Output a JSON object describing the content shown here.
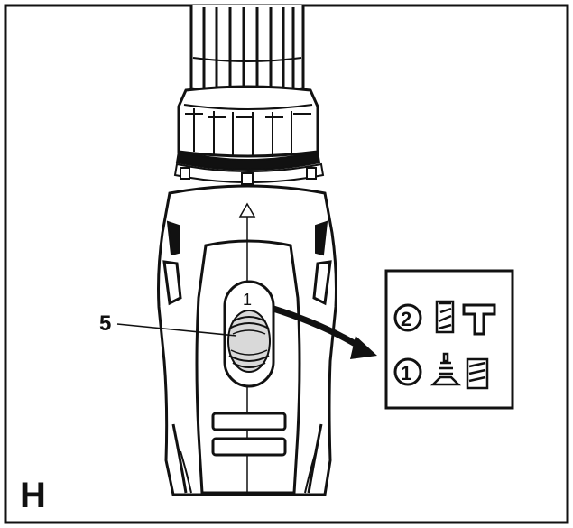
{
  "figure_label": "H",
  "callout_number": "5",
  "switch_position": "1",
  "legend": {
    "row_top": {
      "number": "2"
    },
    "row_bottom": {
      "number": "1"
    }
  },
  "colors": {
    "ink": "#111111",
    "paper": "#ffffff",
    "shade": "#d9d9d9"
  },
  "icons": [
    "drill-bit-icon",
    "screw-icon",
    "hammer-icon",
    "wall-plug-icon"
  ]
}
